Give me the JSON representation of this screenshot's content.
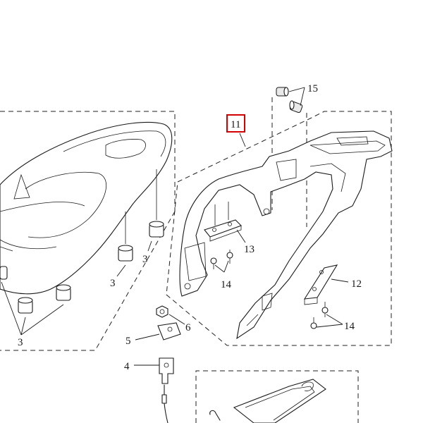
{
  "diagram": {
    "callouts": {
      "c3a": "3",
      "c3b": "3",
      "c3c": "3",
      "c4": "4",
      "c5": "5",
      "c6": "6",
      "c11": "11",
      "c12": "12",
      "c13": "13",
      "c14a": "14",
      "c14b": "14",
      "c15": "15"
    },
    "highlight": {
      "callout": "11",
      "color": "#d40000"
    }
  }
}
